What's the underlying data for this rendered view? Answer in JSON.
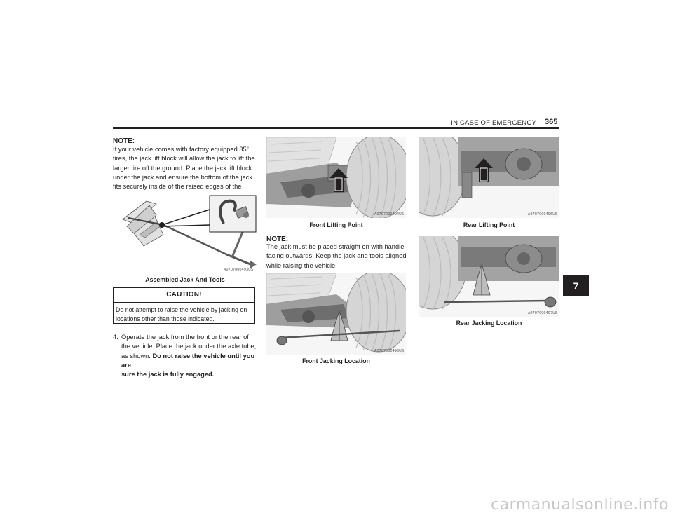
{
  "header": {
    "section": "IN CASE OF EMERGENCY",
    "page_number": "365"
  },
  "tab": {
    "label": "7"
  },
  "col1": {
    "note_heading": "NOTE:",
    "note_lines": [
      "If your vehicle comes with factory equipped 35”",
      "tires, the jack lift block will allow the jack to lift the",
      "larger tire off the ground. Place the jack lift block",
      "under the jack and ensure the bottom of the jack",
      "fits securely inside of the raised edges of the block."
    ],
    "figure": {
      "code": "A0707000493US",
      "caption": "Assembled Jack And Tools"
    },
    "caution": {
      "heading": "CAUTION!",
      "lines": [
        "Do not attempt to raise the vehicle by jacking on",
        "locations other than those indicated."
      ]
    },
    "step": {
      "number": "4.",
      "lines": [
        "Operate the jack from the front or the rear of",
        "the vehicle. Place the jack under the axle tube,"
      ],
      "line3_plain": "as shown. ",
      "line3_bold": "Do not raise the vehicle until you are",
      "line4_bold": "sure the jack is fully engaged."
    }
  },
  "col2": {
    "figure_top": {
      "code": "A0707000494US",
      "caption": "Front Lifting Point"
    },
    "note_heading": "NOTE:",
    "note_lines": [
      "The jack must be placed straight on with handle",
      "facing outwards. Keep the jack and tools aligned",
      "while raising the vehicle."
    ],
    "figure_bottom": {
      "code": "A0707000495US",
      "caption": "Front Jacking Location"
    }
  },
  "col3": {
    "figure_top": {
      "code": "A0707000496US",
      "caption": "Rear Lifting Point"
    },
    "figure_bottom": {
      "code": "A0707000497US",
      "caption": "Rear Jacking Location"
    }
  },
  "footer": {
    "watermark": "carmanualsonline.info"
  }
}
